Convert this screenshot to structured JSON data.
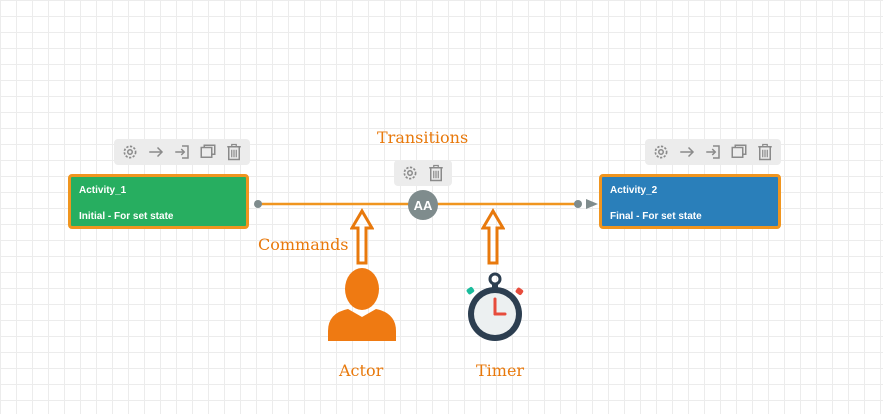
{
  "activities": [
    {
      "name": "Activity_1",
      "state": "Initial - For set state",
      "color": "#27ae60"
    },
    {
      "name": "Activity_2",
      "state": "Final - For set state",
      "color": "#2a7fba"
    }
  ],
  "transition": {
    "badge": "AA"
  },
  "annotations": {
    "transitions": "Transitions",
    "commands": "Commands",
    "actor": "Actor",
    "timer": "Timer"
  },
  "toolbar_icons": [
    "gear-icon",
    "arrow-right-icon",
    "enter-icon",
    "copy-icon",
    "trash-icon"
  ],
  "transition_toolbar_icons": [
    "gear-icon",
    "trash-icon"
  ],
  "colors": {
    "accent_orange": "#f0951f",
    "annotation_orange": "#e8790c",
    "icon_gray": "#8a8a8a",
    "badge_gray": "#7f8c8d"
  }
}
